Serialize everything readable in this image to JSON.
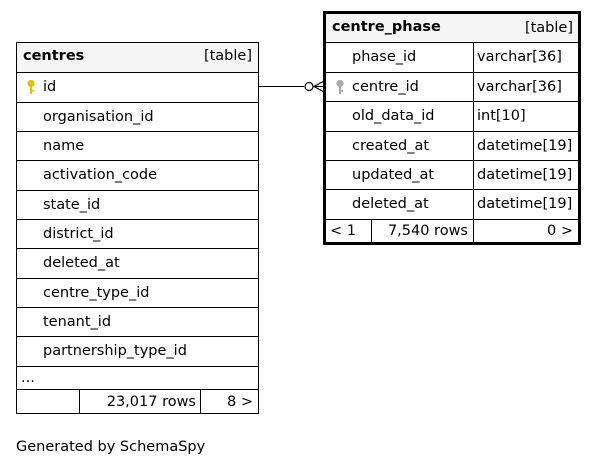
{
  "tables": {
    "centres": {
      "name": "centres",
      "kind": "[table]",
      "columns": [
        "id",
        "organisation_id",
        "name",
        "activation_code",
        "state_id",
        "district_id",
        "deleted_at",
        "centre_type_id",
        "tenant_id",
        "partnership_type_id"
      ],
      "more": "...",
      "rows": "23,017 rows",
      "children": "8 >"
    },
    "centre_phase": {
      "name": "centre_phase",
      "kind": "[table]",
      "columns": [
        {
          "name": "phase_id",
          "type": "varchar[36]"
        },
        {
          "name": "centre_id",
          "type": "varchar[36]"
        },
        {
          "name": "old_data_id",
          "type": "int[10]"
        },
        {
          "name": "created_at",
          "type": "datetime[19]"
        },
        {
          "name": "updated_at",
          "type": "datetime[19]"
        },
        {
          "name": "deleted_at",
          "type": "datetime[19]"
        }
      ],
      "parents": "< 1",
      "rows": "7,540 rows",
      "children": "0 >"
    }
  },
  "footer": "Generated by SchemaSpy",
  "icons": {
    "primary_key": "key-icon",
    "foreign_key": "foreign-key-icon"
  },
  "colors": {
    "header_bg": "#f5f5f5",
    "pk_key": "#e0c400",
    "fk_key": "#aaaaaa"
  }
}
